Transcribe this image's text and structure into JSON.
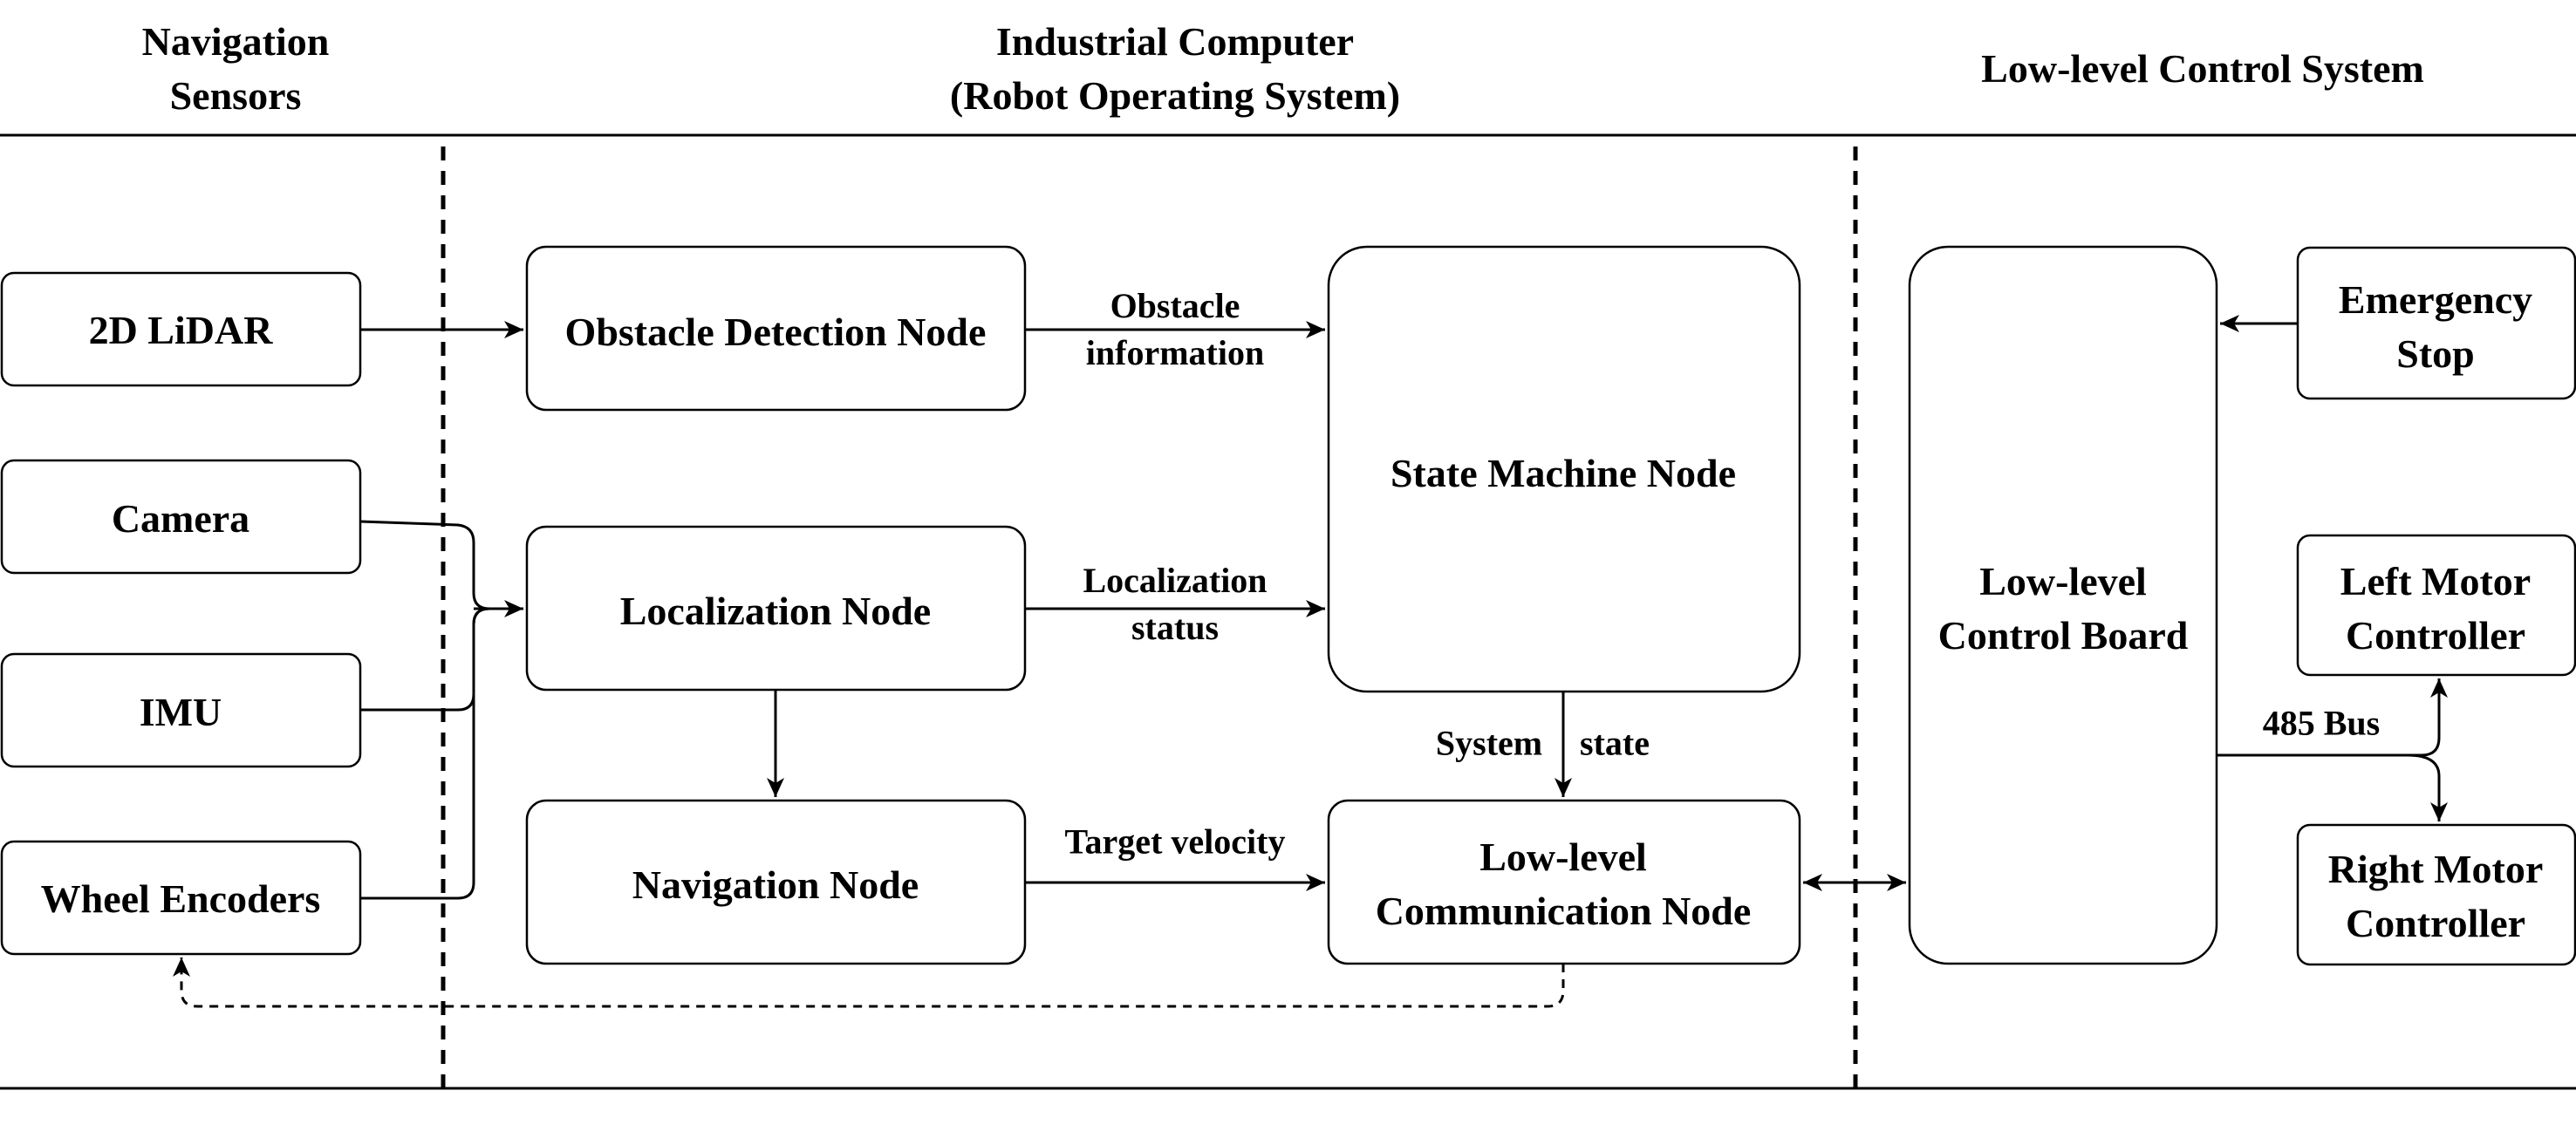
{
  "headers": {
    "sensors": [
      "Navigation",
      "Sensors"
    ],
    "computer": [
      "Industrial Computer",
      "(Robot Operating System)"
    ],
    "control": [
      "Low-level Control System"
    ]
  },
  "nodes": {
    "lidar": [
      "2D LiDAR"
    ],
    "camera": [
      "Camera"
    ],
    "imu": [
      "IMU"
    ],
    "encoders": [
      "Wheel Encoders"
    ],
    "obstacle": [
      "Obstacle Detection Node"
    ],
    "localization": [
      "Localization Node"
    ],
    "navigation": [
      "Navigation Node"
    ],
    "state_machine": [
      "State Machine Node"
    ],
    "comm": [
      "Low-level",
      "Communication Node"
    ],
    "board": [
      "Low-level",
      "Control Board"
    ],
    "estop": [
      "Emergency",
      "Stop"
    ],
    "left_motor": [
      "Left Motor",
      "Controller"
    ],
    "right_motor": [
      "Right Motor",
      "Controller"
    ]
  },
  "edge_labels": {
    "obstacle_info": [
      "Obstacle",
      "information"
    ],
    "loc_status": [
      "Localization",
      "status"
    ],
    "system_state_a": "System",
    "system_state_b": "state",
    "target_velocity": "Target velocity",
    "bus": "485 Bus"
  }
}
